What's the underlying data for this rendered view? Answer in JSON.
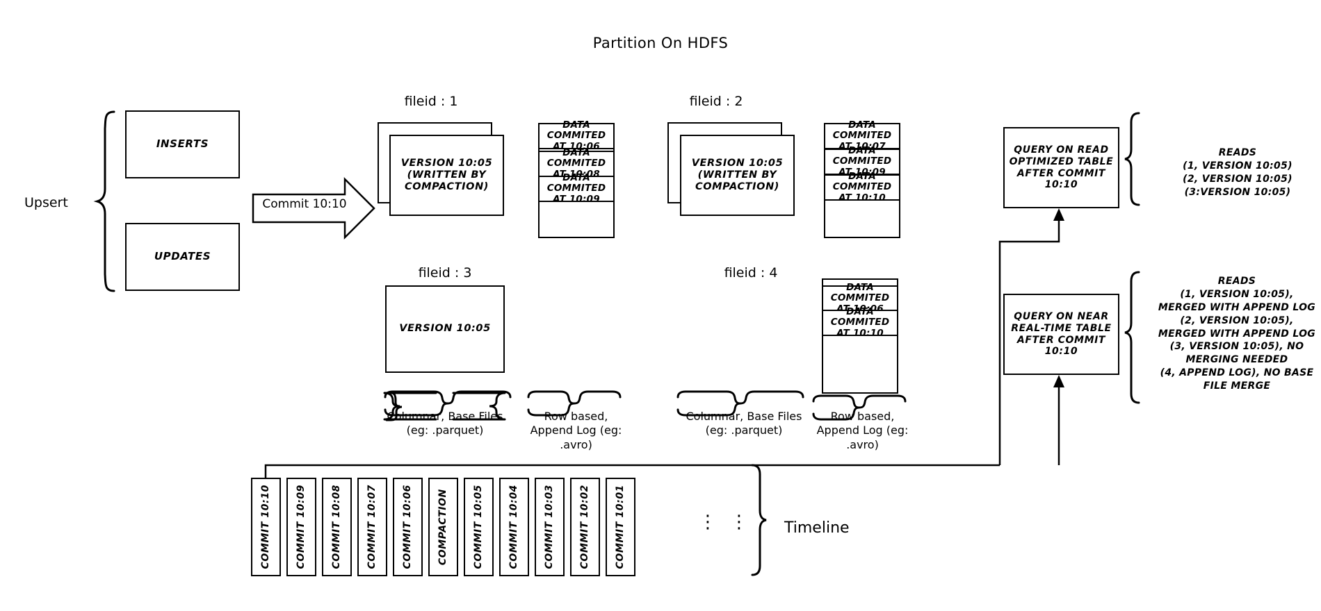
{
  "title": "Partition On HDFS",
  "upsert": {
    "label": "Upsert",
    "inserts_label": "INSERTS",
    "updates_label": "UPDATES",
    "arrow_label": "Commit 10:10"
  },
  "file_groups": [
    {
      "fileid_label": "fileid : 1",
      "base_file": "VERSION 10:05\n(WRITTEN BY\nCOMPACTION)",
      "base_file_lines": [
        "VERSION 10:05",
        "(WRITTEN BY",
        "COMPACTION)"
      ],
      "stacked": true,
      "log_entries": [
        "DATA COMMITED\nAT 10:06",
        "DATA COMMITED\nAT 10:08",
        "DATA COMMITED\nAT 10:09"
      ],
      "log_entry_lines": [
        [
          "DATA COMMITED",
          "AT 10:06"
        ],
        [
          "DATA COMMITED",
          "AT 10:08"
        ],
        [
          "DATA COMMITED",
          "AT 10:09"
        ]
      ]
    },
    {
      "fileid_label": "fileid : 2",
      "base_file_lines": [
        "VERSION 10:05",
        "(WRITTEN BY",
        "COMPACTION)"
      ],
      "stacked": true,
      "log_entry_lines": [
        [
          "DATA COMMITED",
          "AT 10:07"
        ],
        [
          "DATA COMMITED",
          "AT 10:09"
        ],
        [
          "DATA COMMITED",
          "AT 10:10"
        ]
      ]
    },
    {
      "fileid_label": "fileid : 3",
      "base_file_lines": [
        "VERSION 10:05"
      ],
      "stacked": false,
      "log_entry_lines": []
    },
    {
      "fileid_label": "fileid : 4",
      "base_file_lines": [],
      "stacked": false,
      "log_entry_lines": [
        [
          "DATA COMMITED",
          "AT 10:06"
        ],
        [
          "DATA COMMITED",
          "AT 10:10"
        ]
      ]
    }
  ],
  "captions": {
    "columnar_left": "Columnar, Base Files\n(eg: .parquet)",
    "columnar_left_lines": [
      "Columnar, Base Files",
      "(eg: .parquet)"
    ],
    "rowlog_left_lines": [
      "Row based,",
      "Append Log  (eg:",
      ".avro)"
    ],
    "columnar_right_lines": [
      "Columnar, Base Files",
      "(eg: .parquet)"
    ],
    "rowlog_right_lines": [
      "Row based,",
      "Append Log  (eg:",
      ".avro)"
    ]
  },
  "queries": {
    "read_optimized_lines": [
      "QUERY ON READ",
      "OPTIMIZED TABLE",
      "AFTER COMMIT",
      "10:10"
    ],
    "near_realtime_lines": [
      "QUERY ON NEAR",
      "REAL-TIME TABLE",
      "AFTER COMMIT",
      "10:10"
    ]
  },
  "reads": {
    "read_optimized_lines": [
      "READS",
      "(1, VERSION 10:05)",
      "(2, VERSION 10:05)",
      "(3:VERSION 10:05)"
    ],
    "near_realtime_lines": [
      "READS",
      "(1, VERSION 10:05),",
      "MERGED WITH APPEND LOG",
      "(2, VERSION 10:05),",
      "MERGED WITH APPEND LOG",
      "(3, VERSION 10:05), NO",
      "MERGING NEEDED",
      "(4, APPEND LOG), NO BASE",
      "FILE MERGE"
    ]
  },
  "timeline": {
    "label": "Timeline",
    "ellipsis": "⋮",
    "items": [
      "COMMIT  10:10",
      "COMMIT  10:09",
      "COMMIT  10:08",
      "COMMIT  10:07",
      "COMMIT  10:06",
      "COMPACTION",
      "COMMIT  10:05",
      "COMMIT  10:04",
      "COMMIT  10:03",
      "COMMIT  10:02",
      "COMMIT  10:01"
    ]
  },
  "colors": {
    "stroke": "#000000",
    "background": "#ffffff"
  }
}
